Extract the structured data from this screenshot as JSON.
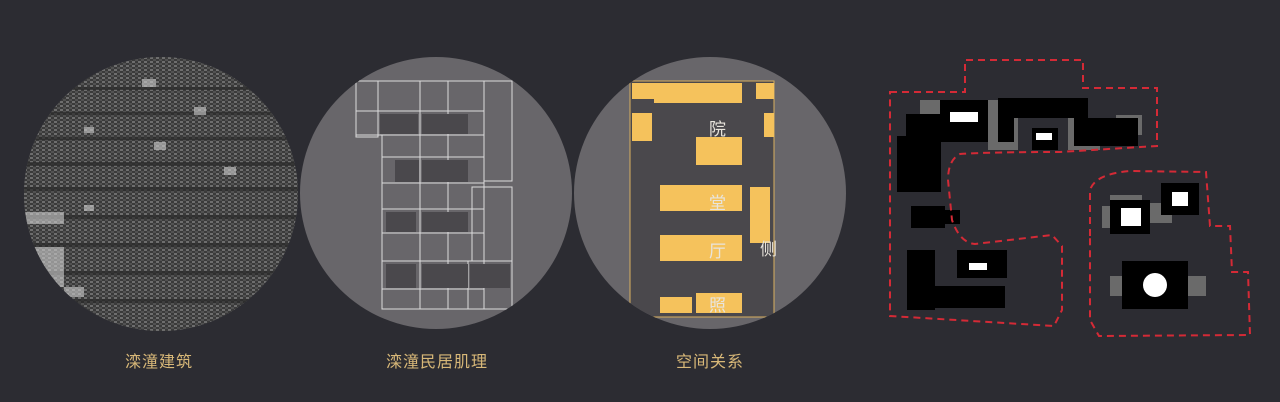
{
  "panels": [
    {
      "id": "photo",
      "caption": "滦潼建筑",
      "description": "aerial black-and-white photo of traditional tiled roofs"
    },
    {
      "id": "plan",
      "caption": "滦潼民居肌理",
      "description": "white line floor plan on grey circle"
    },
    {
      "id": "spatial",
      "caption": "空间关系",
      "description": "floor plan with yellow highlighted halls",
      "room_labels": [
        "院",
        "堂",
        "厅",
        "侧",
        "照"
      ]
    },
    {
      "id": "figure-ground",
      "caption": "",
      "description": "black/grey building blocks with red dashed boundaries"
    }
  ],
  "colors": {
    "background": "#2c2c32",
    "circle_grey": "#68666a",
    "caption_gold": "#d8b878",
    "highlight_yellow": "#f5c25c",
    "boundary_red": "#d42a36"
  }
}
